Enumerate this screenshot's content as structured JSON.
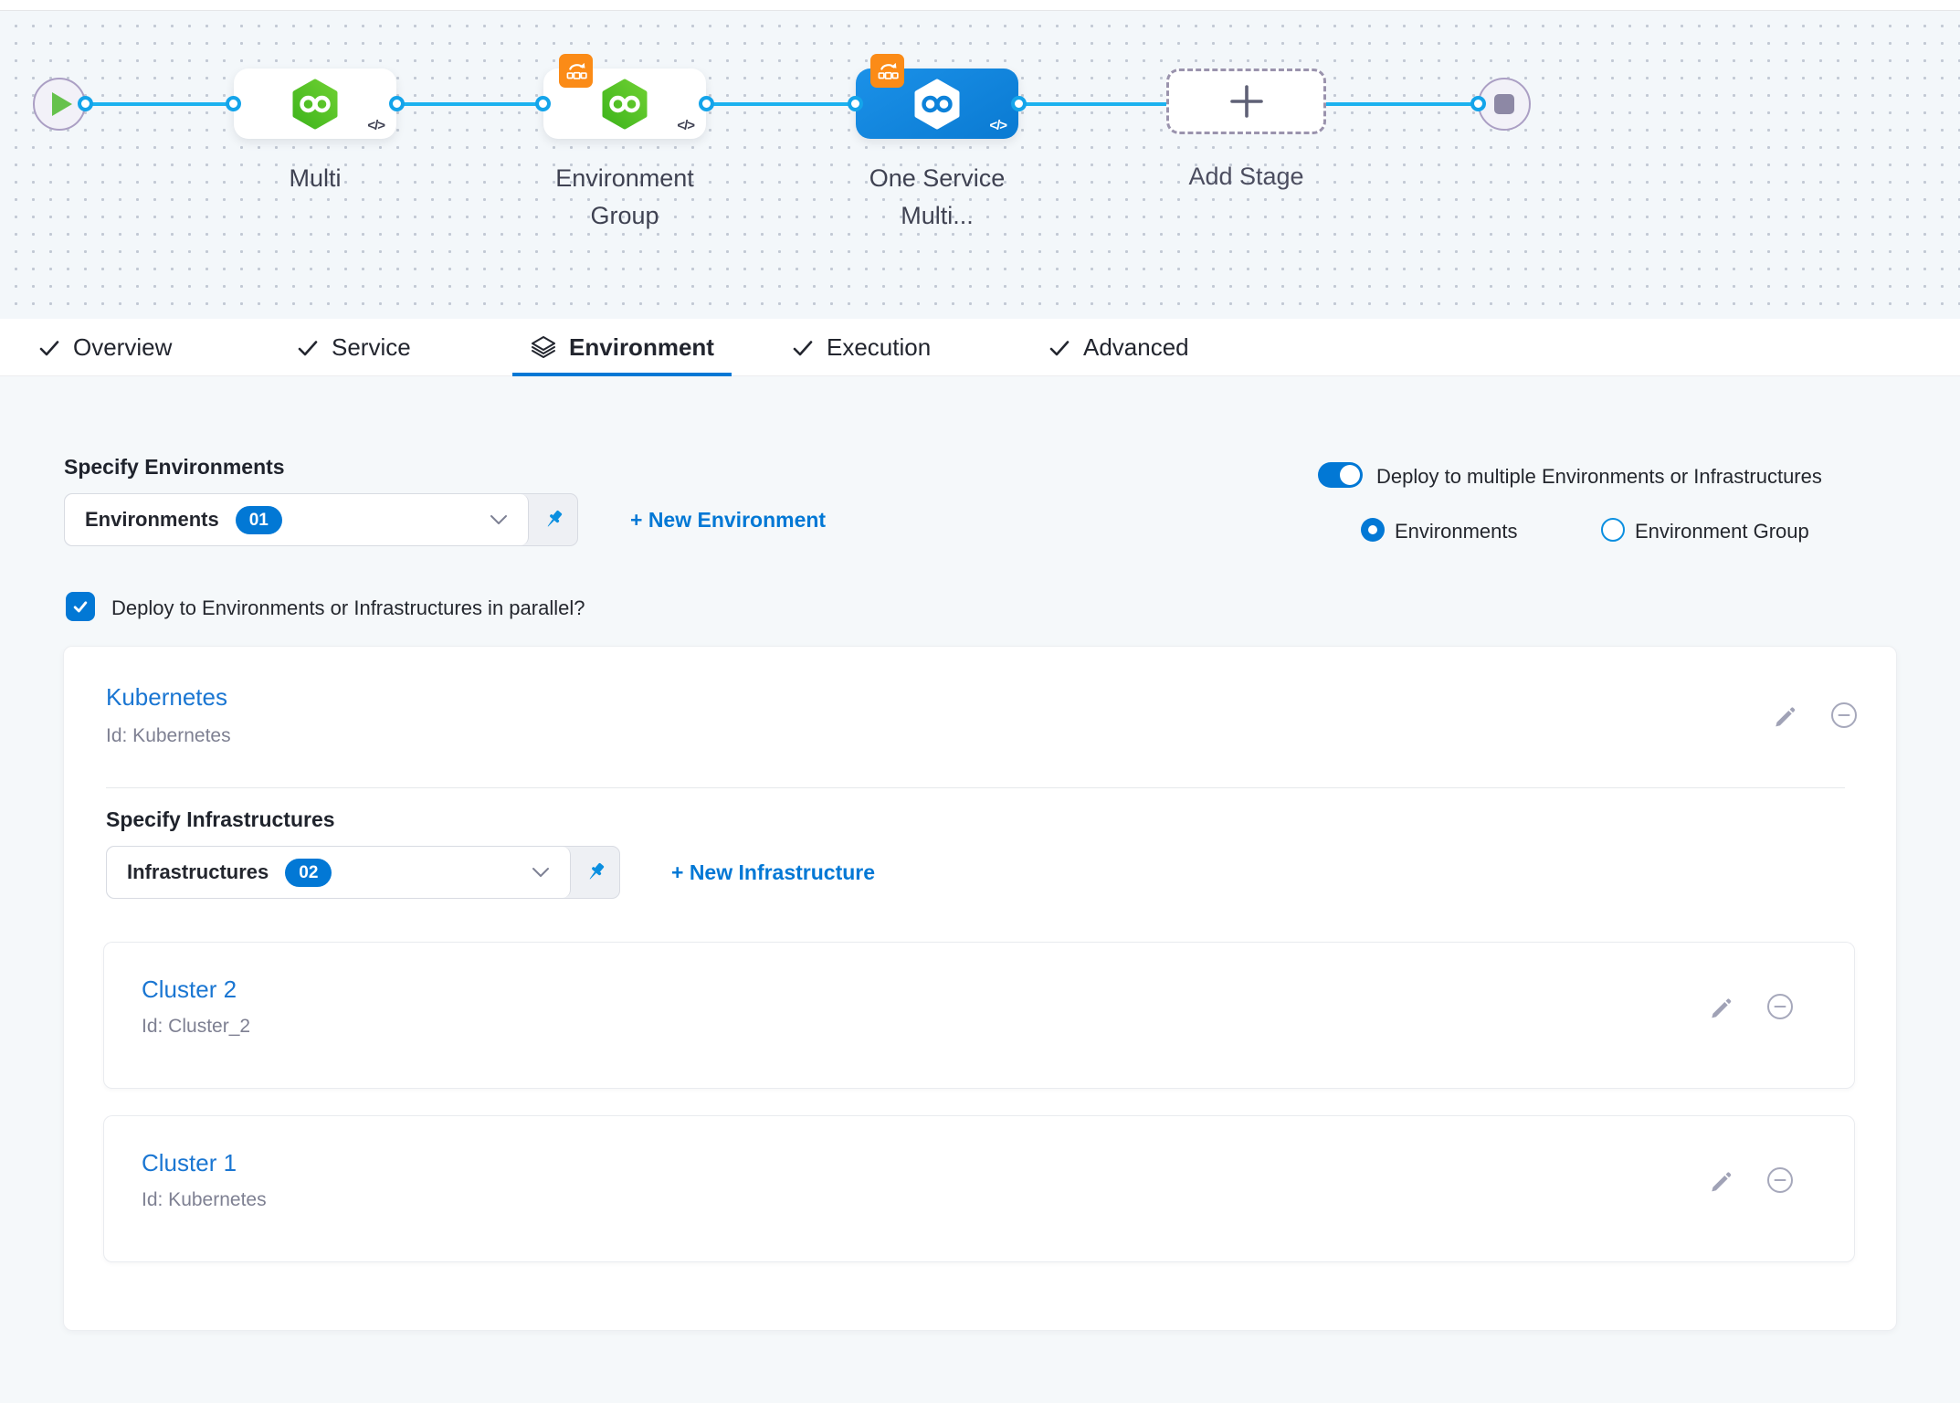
{
  "colors": {
    "accent": "#0278d5",
    "connector_blue": "#1cb2ef",
    "selected_node_blue": "#0d82da",
    "service_green": "#4bc227",
    "looping_badge_orange": "#fb8b17",
    "card_link_blue": "#1a76d2"
  },
  "pipeline": {
    "nodes": [
      {
        "label": "Multi",
        "code_glyph": "</>"
      },
      {
        "label": "Environment Group",
        "code_glyph": "</>"
      },
      {
        "label": "One Service Multi...",
        "code_glyph": "</>"
      },
      {
        "label": "Add Stage"
      }
    ]
  },
  "tabs": [
    {
      "label": "Overview"
    },
    {
      "label": "Service"
    },
    {
      "label": "Environment"
    },
    {
      "label": "Execution"
    },
    {
      "label": "Advanced"
    }
  ],
  "environment": {
    "specify_environments_label": "Specify Environments",
    "environments_dropdown": {
      "value": "Environments",
      "count": "01"
    },
    "new_environment_label": "+ New Environment",
    "deploy_multiple_toggle_label": "Deploy to multiple Environments or Infrastructures",
    "radio_environments_label": "Environments",
    "radio_environment_group_label": "Environment Group",
    "parallel_checkbox_label": "Deploy to Environments or Infrastructures in parallel?",
    "environment_card": {
      "title": "Kubernetes",
      "id": "Id: Kubernetes",
      "specify_infrastructures_label": "Specify Infrastructures",
      "infrastructures_dropdown": {
        "value": "Infrastructures",
        "count": "02"
      },
      "new_infrastructure_label": "+ New Infrastructure",
      "infrastructures": [
        {
          "title": "Cluster 2",
          "id": "Id: Cluster_2"
        },
        {
          "title": "Cluster 1",
          "id": "Id: Kubernetes"
        }
      ]
    }
  }
}
